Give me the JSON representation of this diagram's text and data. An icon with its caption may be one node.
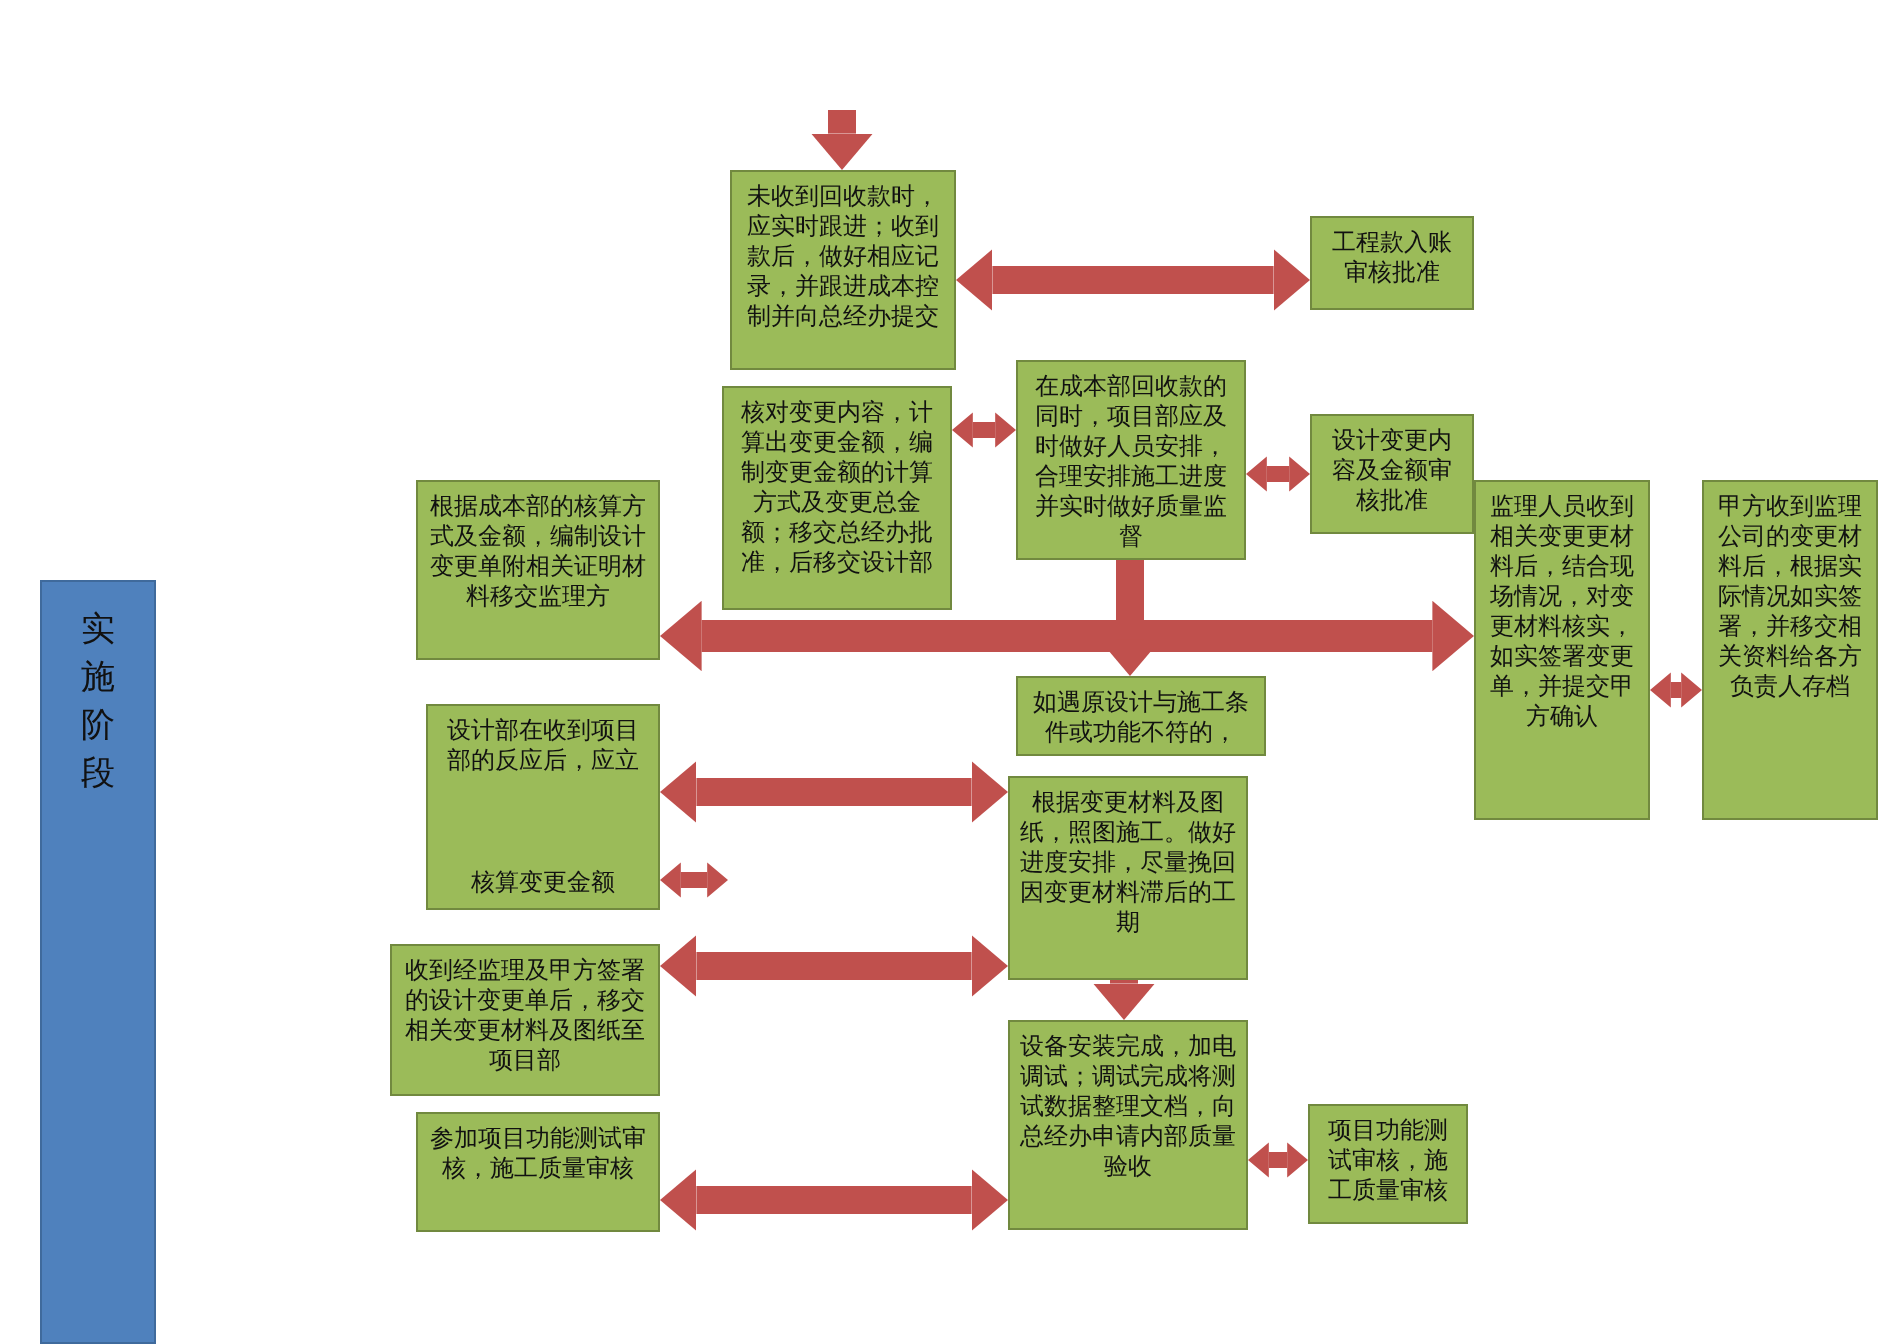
{
  "diagram": {
    "nodes": [
      {
        "text": [
          "实施阶段"
        ]
      },
      {
        "text": [
          "未收到回收款时，应实时跟进；收到款后，做好相应记录，并跟进成本控制并向总经办提交"
        ]
      },
      {
        "text": [
          "工程款入账审核批准"
        ]
      },
      {
        "text": [
          "核对变更内容，计算出变更金额，编制变更金额的计算方式及变更总金额；移交总经办批准，后移交设计部"
        ]
      },
      {
        "text": [
          "在成本部回收款的同时，项目部应及时做好人员安排，合理安排施工进度并实时做好质量监督"
        ]
      },
      {
        "text": [
          "设计变更内容及金额审核批准"
        ]
      },
      {
        "text": [
          "根据成本部的核算方式及金额，编制设计变更单附相关证明材料移交监理方"
        ]
      },
      {
        "text": [
          "监理人员收到相关变更更材料后，结合现场情况，对变更材料核实，如实签署变更单，并提交甲方确认"
        ]
      },
      {
        "text": [
          "甲方收到监理公司的变更材料后，根据实际情况如实签署，并移交相关资料给各方负责人存档"
        ]
      },
      {
        "text": [
          "如遇原设计与施工条件或功能不符的，"
        ]
      },
      {
        "text": [
          "设计部在收到项目部的反应后，应立",
          "核算变更金额"
        ]
      },
      {
        "text": [
          "收到经监理及甲方签署的设计变更单后，移交相关变更材料及图纸至项目部"
        ]
      },
      {
        "text": [
          "根据变更材料及图纸，照图施工。做好进度安排，尽量挽回因变更材料滞后的工期"
        ]
      },
      {
        "text": [
          "设备安装完成，加电调试；调试完成将测试数据整理文档，向总经办申请内部质量验收"
        ]
      },
      {
        "text": [
          "项目功能测试审核，施工质量审核"
        ]
      },
      {
        "text": [
          "参加项目功能测试审核，施工质量审核"
        ]
      }
    ],
    "edges": [
      {
        "from": null,
        "to": 1,
        "arrow": "to"
      },
      {
        "from": 1,
        "to": 2,
        "arrow": "both"
      },
      {
        "from": 3,
        "to": 4,
        "arrow": "both"
      },
      {
        "from": 4,
        "to": 5,
        "arrow": "both"
      },
      {
        "from": 6,
        "to": 7,
        "arrow": "both"
      },
      {
        "from": 7,
        "to": 8,
        "arrow": "both"
      },
      {
        "from": 4,
        "to": 9,
        "arrow": "to"
      },
      {
        "from": 10,
        "to": 12,
        "arrow": "both"
      },
      {
        "from": 10,
        "to": null,
        "arrow": "both"
      },
      {
        "from": 11,
        "to": 12,
        "arrow": "both"
      },
      {
        "from": 12,
        "to": 13,
        "arrow": "to"
      },
      {
        "from": 13,
        "to": 14,
        "arrow": "both"
      },
      {
        "from": 15,
        "to": 13,
        "arrow": "both"
      }
    ]
  }
}
